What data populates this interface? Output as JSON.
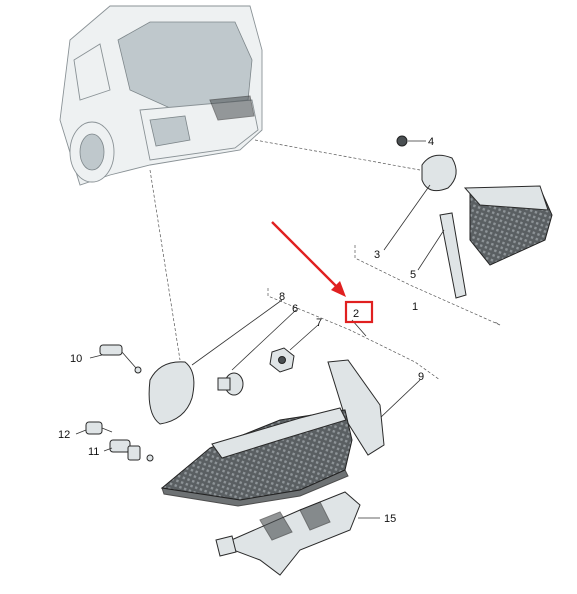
{
  "callouts": {
    "c1": "1",
    "c2": "2",
    "c3": "3",
    "c4": "4",
    "c5": "5",
    "c6": "6",
    "c7": "7",
    "c8": "8",
    "c9": "9",
    "c10": "10",
    "c11": "11",
    "c12": "12",
    "c15": "15"
  },
  "colors": {
    "highlight": "#e02020",
    "arrow": "#e02020",
    "line": "#333333",
    "part_fill": "#dfe4e6",
    "part_dark": "#4a4f52"
  },
  "highlighted_callout": "2"
}
